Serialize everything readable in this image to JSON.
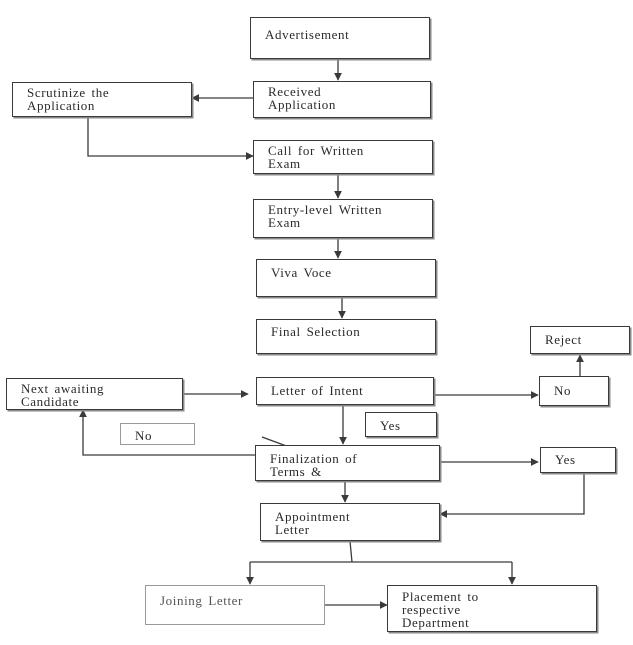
{
  "nodes": {
    "advertisement": {
      "lines": [
        "Advertisement"
      ]
    },
    "received": {
      "lines": [
        "Received",
        "Application"
      ]
    },
    "scrutinize": {
      "lines": [
        "Scrutinize the",
        "Application"
      ]
    },
    "call_written": {
      "lines": [
        "Call for Written",
        "Exam"
      ]
    },
    "entry_written": {
      "lines": [
        "Entry-level Written",
        "Exam"
      ]
    },
    "viva": {
      "lines": [
        "Viva Voce"
      ]
    },
    "final_selection": {
      "lines": [
        "Final Selection"
      ]
    },
    "reject": {
      "lines": [
        "Reject"
      ]
    },
    "next_candidate": {
      "lines": [
        "Next awaiting",
        "Candidate"
      ]
    },
    "letter_intent": {
      "lines": [
        "Letter of Intent"
      ]
    },
    "no_right": {
      "lines": [
        "No"
      ]
    },
    "yes_mid": {
      "lines": [
        "Yes"
      ]
    },
    "no_left": {
      "lines": [
        "No"
      ]
    },
    "finalization": {
      "lines": [
        "Finalization of",
        "Terms &"
      ]
    },
    "yes_right": {
      "lines": [
        "Yes"
      ]
    },
    "appointment": {
      "lines": [
        "Appointment",
        "Letter"
      ]
    },
    "joining": {
      "lines": [
        "Joining Letter"
      ]
    },
    "placement": {
      "lines": [
        "Placement to",
        "respective",
        "Department"
      ]
    }
  },
  "colors": {
    "line": "#3a3a3a",
    "box_border": "#3a3a3a",
    "text": "#2a2a2a"
  }
}
